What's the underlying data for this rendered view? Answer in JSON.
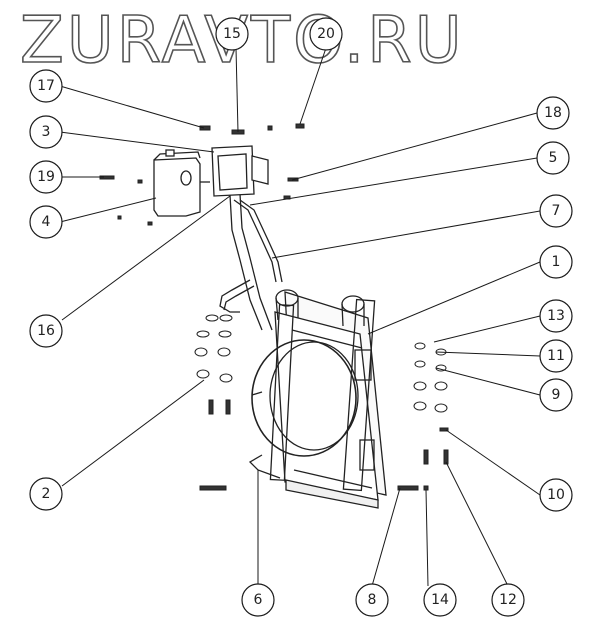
{
  "watermark": "ZURAVTO.RU",
  "colors": {
    "line": "#1a1a1a",
    "part": "#333333",
    "background": "#ffffff"
  },
  "callouts": [
    {
      "id": "c1",
      "label": "1"
    },
    {
      "id": "c2",
      "label": "2"
    },
    {
      "id": "c3",
      "label": "3"
    },
    {
      "id": "c4",
      "label": "4"
    },
    {
      "id": "c5",
      "label": "5"
    },
    {
      "id": "c6",
      "label": "6"
    },
    {
      "id": "c7",
      "label": "7"
    },
    {
      "id": "c8",
      "label": "8"
    },
    {
      "id": "c9",
      "label": "9"
    },
    {
      "id": "c10",
      "label": "10"
    },
    {
      "id": "c11",
      "label": "11"
    },
    {
      "id": "c12",
      "label": "12"
    },
    {
      "id": "c13",
      "label": "13"
    },
    {
      "id": "c14",
      "label": "14"
    },
    {
      "id": "c15",
      "label": "15"
    },
    {
      "id": "c16",
      "label": "16"
    },
    {
      "id": "c17",
      "label": "17"
    },
    {
      "id": "c18",
      "label": "18"
    },
    {
      "id": "c19",
      "label": "19"
    },
    {
      "id": "c20",
      "label": "20"
    }
  ]
}
